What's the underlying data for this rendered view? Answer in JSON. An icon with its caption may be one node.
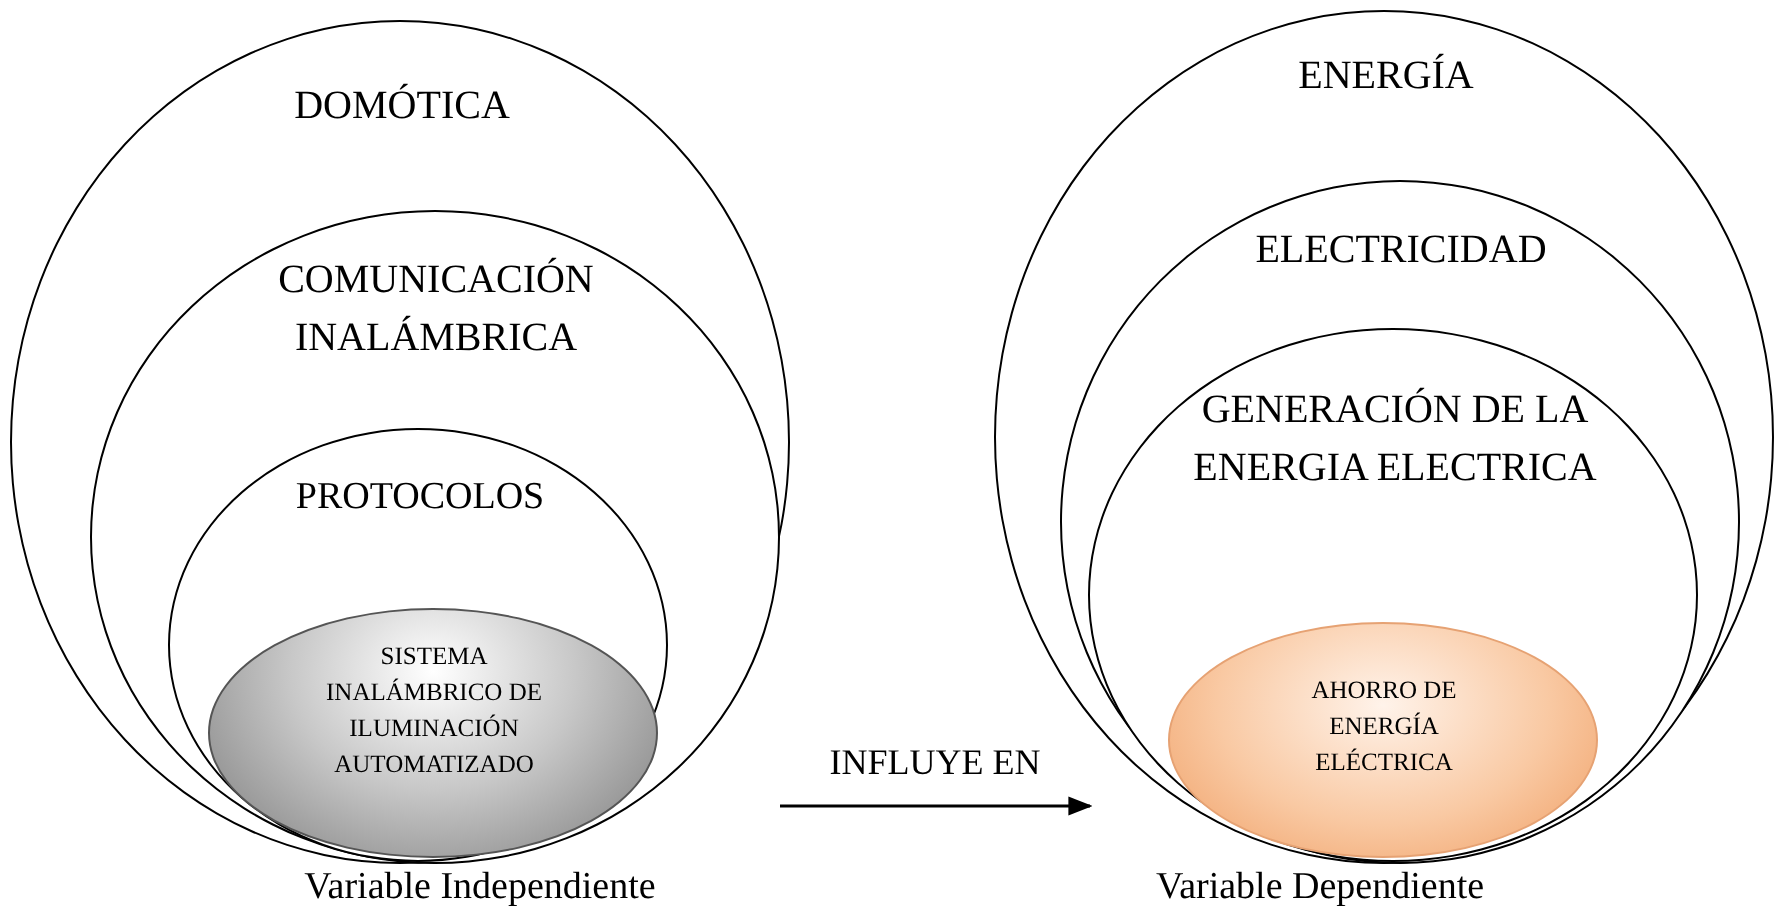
{
  "diagram": {
    "nodes": [
      {
        "text": [
          "DOMÓTICA"
        ]
      },
      {
        "text": [
          "COMUNICACIÓN INALÁMBRICA"
        ],
        "in": 0
      },
      {
        "text": [
          "PROTOCOLOS"
        ],
        "in": 1
      },
      {
        "text": [
          "SISTEMA INALÁMBRICO DE ILUMINACIÓN AUTOMATIZADO"
        ],
        "in": 2
      },
      {
        "text": [
          "ENERGÍA"
        ]
      },
      {
        "text": [
          "ELECTRICIDAD"
        ],
        "in": 4
      },
      {
        "text": [
          "GENERACIÓN DE LA ENERGIA ELECTRICA"
        ],
        "in": 5
      },
      {
        "text": [
          "AHORRO DE ENERGÍA ELÉCTRICA"
        ],
        "in": 6
      }
    ],
    "edges": [
      {
        "from": 0,
        "to": 4,
        "arrow": "to",
        "label": "INFLUYE EN"
      }
    ],
    "labels": [
      "Variable Independiente",
      "Variable Dependiente"
    ]
  }
}
